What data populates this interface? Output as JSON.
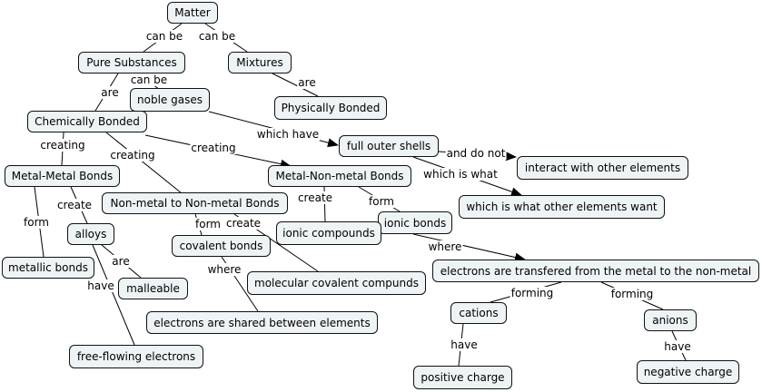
{
  "concept_map": {
    "nodes": {
      "matter": "Matter",
      "pure_substances": "Pure Substances",
      "mixtures": "Mixtures",
      "noble_gases": "noble gases",
      "physically_bonded": "Physically Bonded",
      "chemically_bonded": "Chemically Bonded",
      "full_outer_shells": "full outer shells",
      "interact": "interact with other elements",
      "metal_metal": "Metal-Metal Bonds",
      "metal_nonmetal": "Metal-Non-metal Bonds",
      "what_want": "which is what other elements want",
      "nonmetal_nonmetal": "Non-metal to Non-metal Bonds",
      "alloys": "alloys",
      "ionic_bonds": "ionic bonds",
      "ionic_compounds": "ionic compounds",
      "covalent_bonds": "covalent bonds",
      "metallic_bonds": "metallic bonds",
      "transfered": "electrons are transfered from the metal to the non-metal",
      "malleable": "malleable",
      "molecular_covalent": "molecular covalent compunds",
      "cations": "cations",
      "anions": "anions",
      "shared": "electrons are shared between elements",
      "free_flowing": "free-flowing electrons",
      "positive": "positive charge",
      "negative": "negative charge"
    },
    "links": {
      "matter_can_be_1": "can be",
      "matter_can_be_2": "can be",
      "pure_can_be": "can be",
      "pure_are": "are",
      "mixtures_are": "are",
      "which_have": "which have",
      "and_do_not": "and do not",
      "which_is_what": "which is what",
      "creating_1": "creating",
      "creating_2": "creating",
      "creating_3": "creating",
      "create_alloys": "create",
      "form_metallic": "form",
      "are_malleable": "are",
      "have_free": "have",
      "create_ionic": "create",
      "form_ionic": "form",
      "form_covalent": "form",
      "create_molecular": "create",
      "where_transfer": "where",
      "where_shared": "where",
      "forming_cations": "forming",
      "forming_anions": "forming",
      "have_positive": "have",
      "have_negative": "have"
    }
  }
}
